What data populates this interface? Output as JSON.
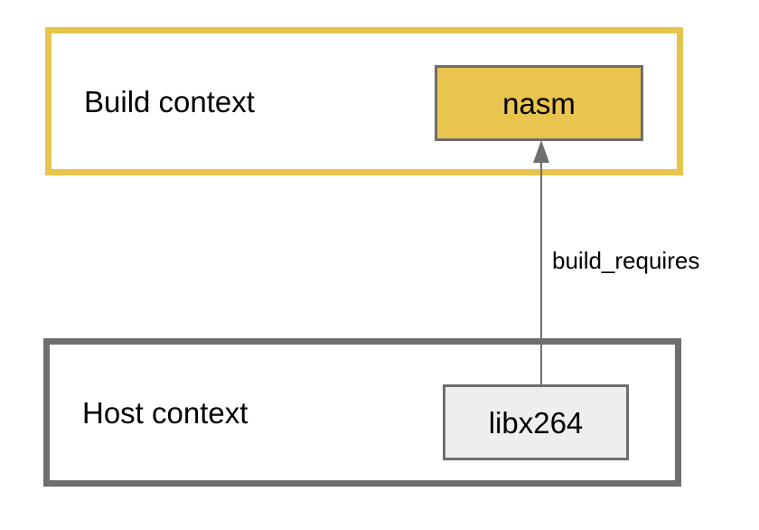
{
  "diagram": {
    "type": "dependency-graph",
    "background_color": "#ffffff",
    "groups": [
      {
        "id": "build-context",
        "label": "Build context",
        "border_color": "#e8c44d",
        "fill_color": "#ffffff"
      },
      {
        "id": "host-context",
        "label": "Host context",
        "border_color": "#6e6e6e",
        "fill_color": "#ffffff"
      }
    ],
    "nodes": [
      {
        "id": "nasm",
        "label": "nasm",
        "group": "build-context",
        "fill_color": "#e9c44e",
        "border_color": "#6e6e6e"
      },
      {
        "id": "libx264",
        "label": "libx264",
        "group": "host-context",
        "fill_color": "#eeeeee",
        "border_color": "#6e6e6e"
      }
    ],
    "edges": [
      {
        "id": "libx264-to-nasm",
        "label": "build_requires",
        "source": "libx264",
        "target": "nasm",
        "arrow": "triangle-up",
        "color": "#6e6e6e"
      }
    ]
  }
}
